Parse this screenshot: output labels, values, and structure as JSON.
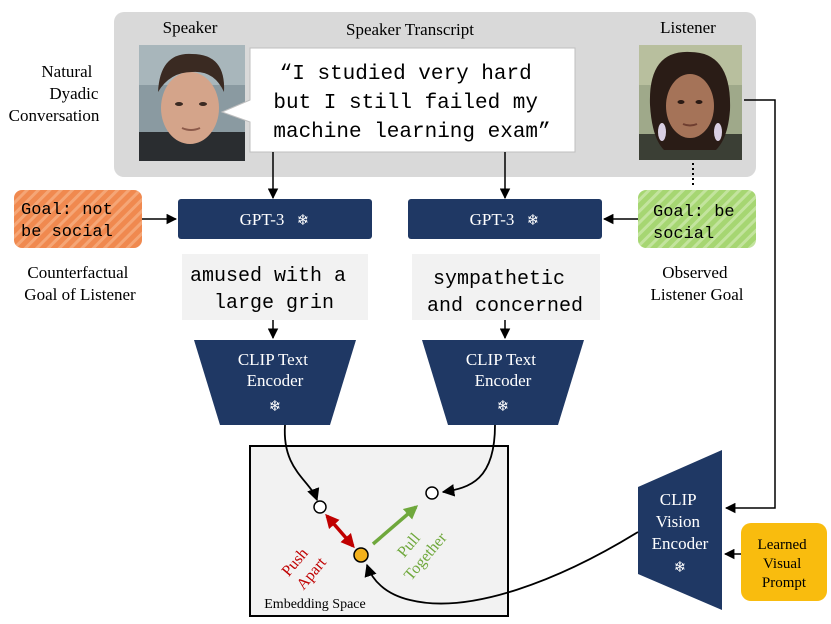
{
  "conversation": {
    "side_label_lines": [
      "Natural",
      "Dyadic",
      "Conversation"
    ],
    "speaker_label": "Speaker",
    "transcript_label": "Speaker Transcript",
    "listener_label": "Listener",
    "transcript_lines": [
      "“I studied very hard",
      "but I still failed my",
      "machine learning exam”"
    ]
  },
  "gpt_left": {
    "label": "GPT-3",
    "icon": "snowflake-icon"
  },
  "gpt_right": {
    "label": "GPT-3",
    "icon": "snowflake-icon"
  },
  "goal_left": {
    "text_lines": [
      "Goal: not",
      "be social"
    ],
    "caption_lines": [
      "Counterfactual",
      "Goal of Listener"
    ],
    "color": "#f0894f"
  },
  "goal_right": {
    "text_lines": [
      "Goal: be",
      "social"
    ],
    "caption_lines": [
      "Observed",
      "Listener Goal"
    ],
    "color": "#a6d672"
  },
  "output_left": {
    "lines": [
      "amused with a",
      "large grin"
    ]
  },
  "output_right": {
    "lines": [
      "sympathetic",
      "and concerned"
    ]
  },
  "clip_text_left": {
    "lines": [
      "CLIP Text",
      "Encoder"
    ],
    "icon": "snowflake-icon"
  },
  "clip_text_right": {
    "lines": [
      "CLIP Text",
      "Encoder"
    ],
    "icon": "snowflake-icon"
  },
  "clip_vision": {
    "lines": [
      "CLIP",
      "Vision",
      "Encoder"
    ],
    "icon": "snowflake-icon"
  },
  "visual_prompt": {
    "lines": [
      "Learned",
      "Visual",
      "Prompt"
    ],
    "color": "#f9bc0e"
  },
  "embedding": {
    "label": "Embedding Space",
    "push_lines": [
      "Push",
      "Apart"
    ],
    "pull_lines": [
      "Pull",
      "Together"
    ],
    "push_color": "#c00000",
    "pull_color": "#6fa83c",
    "point_color": "#f3b11c"
  },
  "colors": {
    "navy": "#1f3864",
    "panel": "#d9d9d9",
    "text_box": "#f2f2f2"
  }
}
